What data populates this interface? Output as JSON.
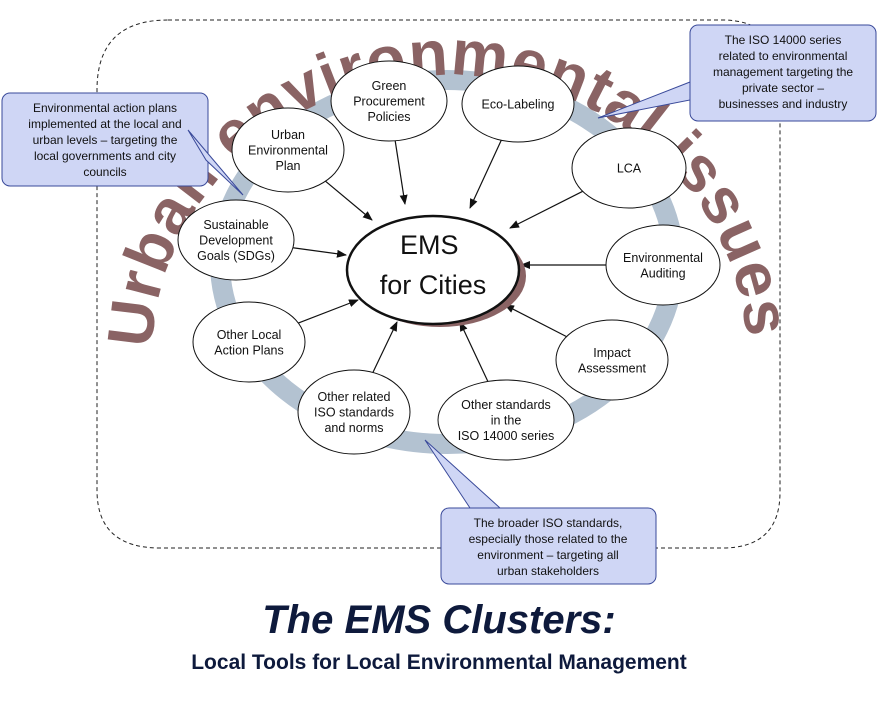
{
  "arc_title": "Urban environmental issues",
  "center": {
    "lines": [
      "EMS",
      "for Cities"
    ]
  },
  "nodes": [
    {
      "id": "green-procurement",
      "lines": [
        "Green",
        "Procurement",
        "Policies"
      ]
    },
    {
      "id": "eco-labeling",
      "lines": [
        "Eco-Labeling"
      ]
    },
    {
      "id": "lca",
      "lines": [
        "LCA"
      ]
    },
    {
      "id": "environmental-auditing",
      "lines": [
        "Environmental",
        "Auditing"
      ]
    },
    {
      "id": "impact-assessment",
      "lines": [
        "Impact",
        "Assessment"
      ]
    },
    {
      "id": "other-iso14000",
      "lines": [
        "Other standards",
        "in the",
        "ISO 14000 series"
      ]
    },
    {
      "id": "other-iso-standards",
      "lines": [
        "Other related",
        "ISO standards",
        "and norms"
      ]
    },
    {
      "id": "other-local-action",
      "lines": [
        "Other Local",
        "Action Plans"
      ]
    },
    {
      "id": "sdgs",
      "lines": [
        "Sustainable",
        "Development",
        "Goals (SDGs)"
      ]
    },
    {
      "id": "urban-environmental-plan",
      "lines": [
        "Urban",
        "Environmental",
        "Plan"
      ]
    }
  ],
  "callouts": [
    {
      "id": "local-government",
      "lines": [
        "Environmental  action plans",
        "implemented at the local and",
        "urban levels – targeting the",
        "local governments  and city",
        "councils"
      ]
    },
    {
      "id": "iso14000",
      "lines": [
        "The ISO 14000 series",
        "related to environmental",
        "management targeting the",
        "private  sector –",
        "businesses and industry"
      ]
    },
    {
      "id": "broader-iso",
      "lines": [
        "The broader ISO standards,",
        "especially those related to the",
        "environment  – targeting all",
        "urban stakeholders"
      ]
    }
  ],
  "footer": {
    "title": "The EMS Clusters:",
    "subtitle": "Local Tools for Local Environmental Management"
  },
  "colors": {
    "ring": "#b3c2d1",
    "arc_text": "#8a6364",
    "callout_fill": "#cfd6f5",
    "callout_stroke": "#3a4a9a",
    "center_shadow": "#8a6364",
    "footer_text": "#0e1a3c"
  }
}
